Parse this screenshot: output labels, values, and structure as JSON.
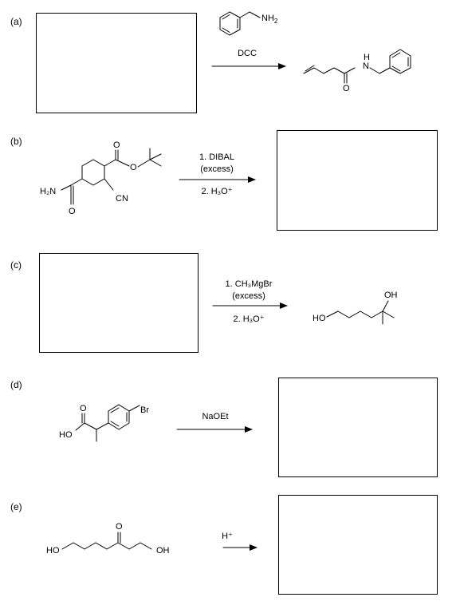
{
  "problems": [
    {
      "label": "(a)",
      "reagent_structure": "benzylamine",
      "condition": "DCC",
      "product_structure": "N-benzylpent-4-enamide",
      "atom_labels": {
        "nh2": "NH",
        "nh2_sub": "2",
        "nh": "H",
        "n": "N",
        "o": "O"
      }
    },
    {
      "label": "(b)",
      "condition_1": "1. DIBAL",
      "condition_1b": "(excess)",
      "condition_2": "2. H₃O⁺",
      "atom_labels": {
        "h2n": "H₂N",
        "o_amide": "O",
        "o_ester_dbl": "O",
        "o_ester": "O",
        "cn": "CN"
      }
    },
    {
      "label": "(c)",
      "condition_1": "1. CH₃MgBr",
      "condition_1b": "(excess)",
      "condition_2": "2. H₃O⁺",
      "atom_labels": {
        "oh": "OH",
        "ho": "HO"
      }
    },
    {
      "label": "(d)",
      "condition": "NaOEt",
      "atom_labels": {
        "br": "Br",
        "o": "O",
        "ho": "HO"
      }
    },
    {
      "label": "(e)",
      "condition": "H⁺",
      "atom_labels": {
        "o": "O",
        "ho": "HO",
        "oh": "OH"
      }
    }
  ]
}
